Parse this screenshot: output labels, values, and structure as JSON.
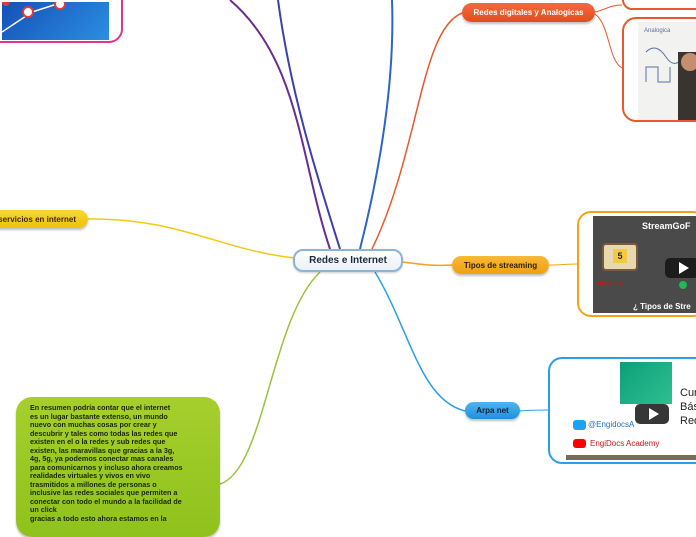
{
  "central": {
    "label": "Redes e Internet"
  },
  "branches": {
    "redes": {
      "label": "Redes digitales y Analogicas",
      "color": "#e8582b"
    },
    "servicios": {
      "label": "servicios en internet",
      "color": "#f5c90f"
    },
    "streaming": {
      "label": "Tipos de streaming",
      "color": "#f5a216"
    },
    "arpa": {
      "label": "Arpa net",
      "color": "#2a9ee8"
    }
  },
  "colors": {
    "purple_link": "#6b2c91",
    "violet_link": "#3d3fb0",
    "blue_link": "#2e63c8",
    "green_link": "#9ac23c",
    "magenta_card": "#e0358a",
    "orange_card": "#f08a1f",
    "blue_card": "#2a9ee8"
  },
  "cards": {
    "board_video": {
      "board_text": "Analogica"
    },
    "streaming_video": {
      "brand": "StreamGoF",
      "subtitle": "¿ Tipos de Stre",
      "tv_number": "5",
      "logo": "NETFLIX",
      "icon": "play-button-icon"
    },
    "arpa_video": {
      "title_lines": [
        "Cur",
        "Bás",
        "Red"
      ],
      "twitter_handle": "@EngidocsA",
      "youtube_channel": "EngiDocs Academy",
      "icon": "play-button-icon"
    }
  },
  "summary": {
    "text": "En resumen podría contar que el internet\nes un lugar bastante extenso, un mundo\nnuevo con muchas cosas por crear y\ndescubrir y tales como todas las redes que\nexisten en el o la redes y sub redes que\nexisten, las maravillas que gracias a la 3g,\n4g, 5g, ya podemos conectar mas canales\npara comunicarnos y incluso ahora creamos\nrealidades virtuales y vivos en vivo\ntrasmitidos a millones de personas o\ninclusive las redes sociales que permiten a\nconectar con todo el mundo a la facilidad de\nun click\ngracias a todo esto ahora estamos en la"
  }
}
